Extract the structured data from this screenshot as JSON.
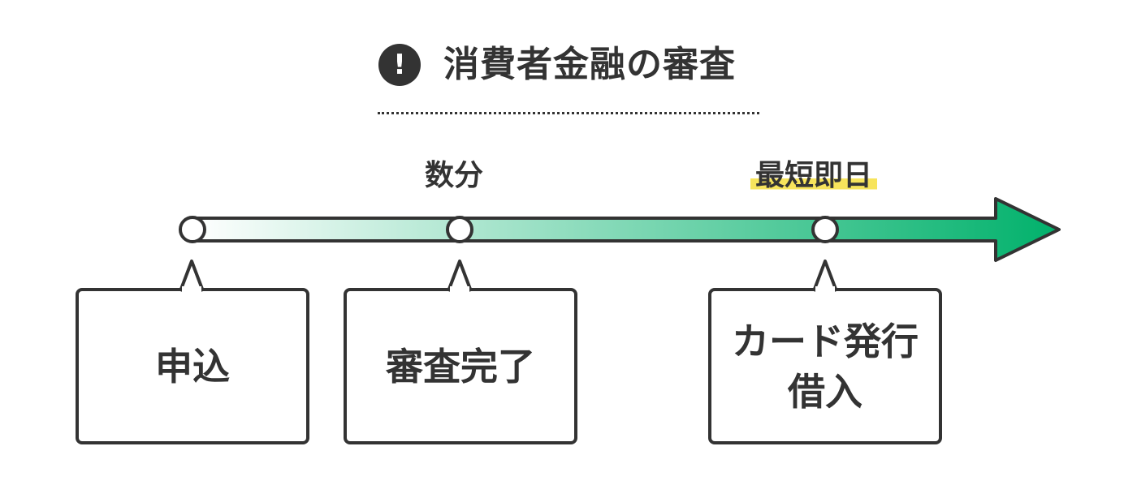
{
  "title": {
    "icon": "exclamation-icon",
    "icon_glyph": "!",
    "text": "消費者金融の審査"
  },
  "timeline": {
    "time_labels": {
      "minutes": "数分",
      "same_day": "最短即日"
    },
    "highlight_color": "#f7e45c",
    "arrow_gradient": [
      "#ffffff",
      "#00b16b"
    ],
    "steps": [
      {
        "label": "申込"
      },
      {
        "label": "審査完了"
      },
      {
        "line1": "カード発行",
        "line2": "借入"
      }
    ]
  }
}
